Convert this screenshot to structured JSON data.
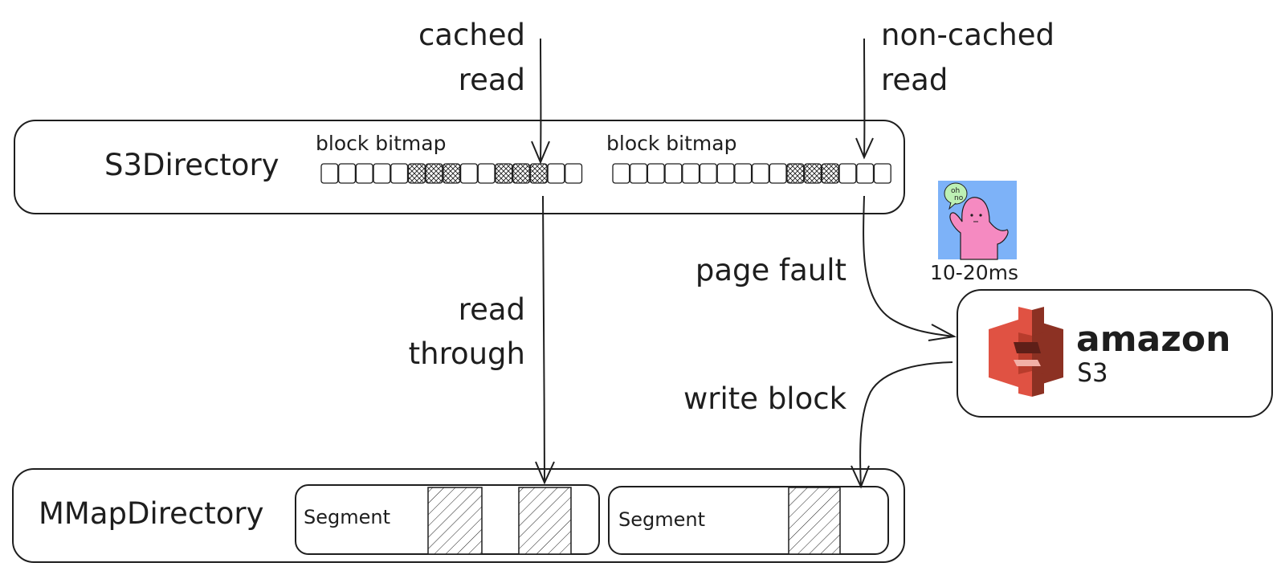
{
  "labels": {
    "cached_read": [
      "cached",
      "read"
    ],
    "non_cached_read": [
      "non-cached",
      "read"
    ],
    "read_through": [
      "read",
      "through"
    ],
    "page_fault": "page fault",
    "write_block": "write block",
    "latency": "10-20ms",
    "speech_bubble": [
      "oh",
      "no"
    ]
  },
  "s3_directory": {
    "title": "S3Directory",
    "bitmaps": [
      {
        "label": "block bitmap",
        "blocks": [
          0,
          0,
          0,
          0,
          0,
          1,
          1,
          1,
          0,
          0,
          1,
          1,
          1,
          0,
          0
        ]
      },
      {
        "label": "block bitmap",
        "blocks": [
          0,
          0,
          0,
          0,
          0,
          0,
          0,
          0,
          0,
          0,
          1,
          1,
          1,
          0,
          0,
          0
        ]
      }
    ]
  },
  "mmap_directory": {
    "title": "MMapDirectory",
    "segments": [
      {
        "label": "Segment",
        "hatched_blocks": 2
      },
      {
        "label": "Segment",
        "hatched_blocks": 1
      }
    ]
  },
  "amazon_s3": {
    "brand": "amazon",
    "product": "S3"
  },
  "colors": {
    "ink": "#1e1e1e",
    "s3_red": "#e05243",
    "s3_red_dark": "#8c3123",
    "s3_red_mid": "#b83c2c",
    "avatar_bg": "#7db2f8",
    "blob_pink": "#f58ac1",
    "bubble_green": "#bdf0b4"
  }
}
